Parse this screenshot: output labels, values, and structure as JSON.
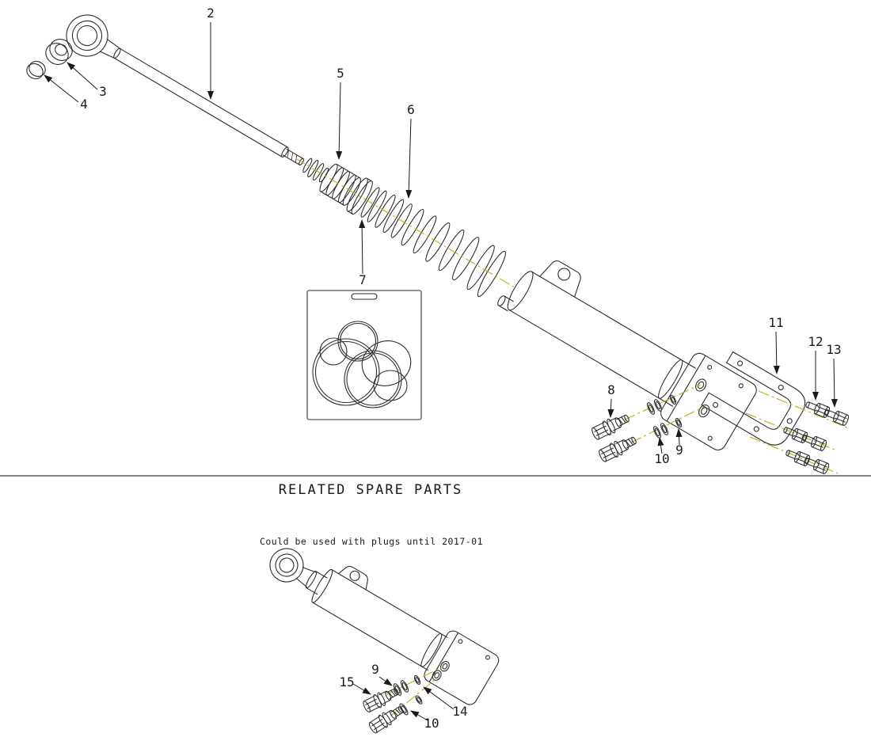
{
  "colors": {
    "line": "#2e2e2e",
    "centerline": "#bfae12",
    "text": "#1a1a1a",
    "background": "#ffffff"
  },
  "section": {
    "title": "RELATED SPARE PARTS",
    "note": "Could be used with plugs until 2017-01"
  },
  "main_diagram": {
    "callouts": [
      {
        "label": "2"
      },
      {
        "label": "3"
      },
      {
        "label": "4"
      },
      {
        "label": "5"
      },
      {
        "label": "6"
      },
      {
        "label": "7"
      },
      {
        "label": "8"
      },
      {
        "label": "9"
      },
      {
        "label": "10"
      },
      {
        "label": "11"
      },
      {
        "label": "12"
      },
      {
        "label": "13"
      }
    ]
  },
  "spare_diagram": {
    "callouts": [
      {
        "label": "15"
      },
      {
        "label": "9"
      },
      {
        "label": "10"
      },
      {
        "label": "14"
      }
    ]
  }
}
